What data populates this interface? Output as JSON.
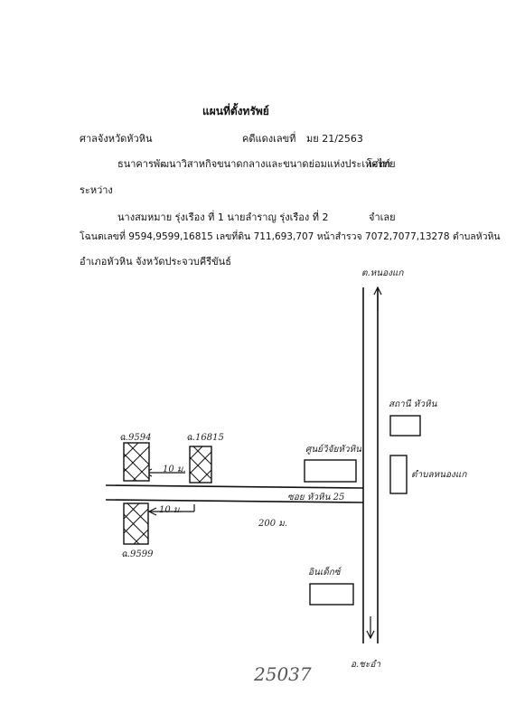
{
  "document": {
    "title": "แผนที่ตั้งทรัพย์",
    "court": "ศาลจังหวัดหัวหิน",
    "case_label": "คดีแดงเลขที่",
    "case_number": "มย 21/2563",
    "plaintiff": "ธนาคารพัฒนาวิสาหกิจขนาดกลางและขนาดย่อมแห่งประเทศไทย",
    "plaintiff_role": "โจทก์",
    "between": "ระหว่าง",
    "defendants": "นางสมหมาย  รุ่งเรือง  ที่  1  นายลำราญ  รุ่งเรือง  ที่ 2",
    "defendant_role": "จำเลย",
    "deed_line": "โฉนดเลขที่  9594,9599,16815  เลขที่ดิน 711,693,707  หน้าสำรวจ 7072,7077,13278  ตำบลหัวหิน",
    "district_line": "อำเภอหัวหิน  จังหวัดประจวบคีรีขันธ์"
  },
  "map": {
    "label_north": "ต.หนองแก",
    "label_south": "อ.ชะอำ",
    "parcel_9594": "ฉ.9594",
    "parcel_16815": "ฉ.16815",
    "parcel_9599": "ฉ.9599",
    "landmark_school": "ศูนย์วิจัยหัวหิน",
    "landmark_police": "สถานี หัวหิน",
    "landmark_temple": "ตำบลหนองแก",
    "landmark_market": "อินเด็กซ์",
    "soi_label": "ซอย หัวหิน 25",
    "dist_upper": "10 ม.",
    "dist_lower": "10 ม.",
    "dist_road": "200 ม.",
    "handwritten_number": "25037"
  }
}
